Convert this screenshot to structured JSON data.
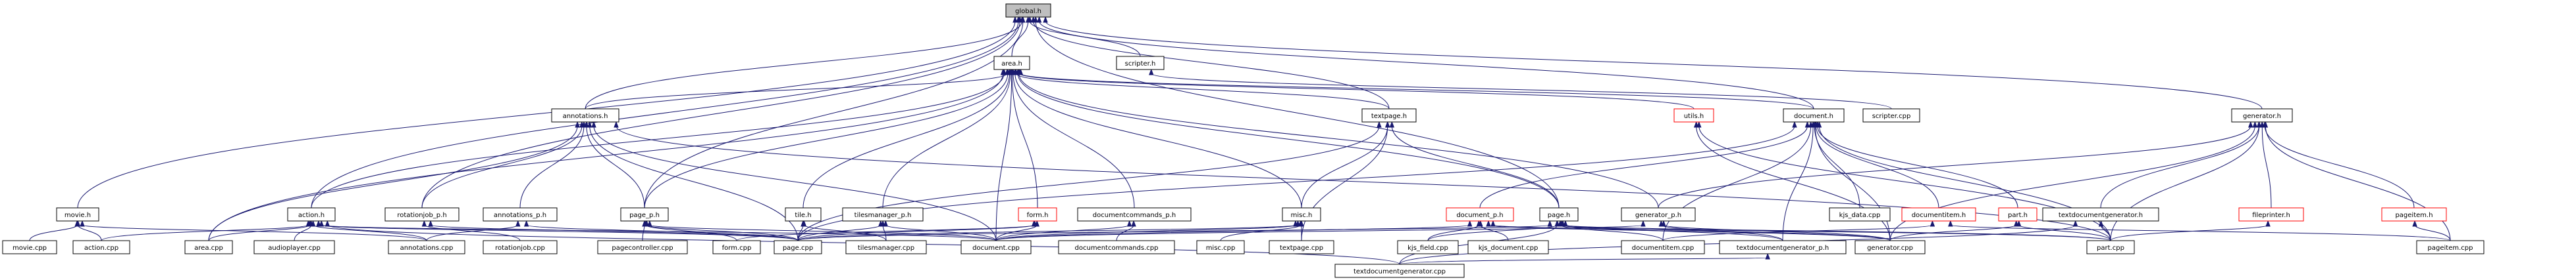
{
  "diagram": {
    "nodes": {
      "global_h": "global.h",
      "area_h": "area.h",
      "scripter_h": "scripter.h",
      "movie_h": "movie.h",
      "annotations_h": "annotations.h",
      "textpage_h": "textpage.h",
      "utils_h": "utils.h",
      "document_h": "document.h",
      "scripter_cpp": "scripter.cpp",
      "generator_h": "generator.h",
      "action_h": "action.h",
      "rotationjob_p_h": "rotationjob_p.h",
      "annotations_p_h": "annotations_p.h",
      "page_p_h": "page_p.h",
      "tile_h": "tile.h",
      "tilesmanager_p_h": "tilesmanager_p.h",
      "form_h": "form.h",
      "documentcommands_p_h": "documentcommands_p.h",
      "misc_h": "misc.h",
      "document_p_h": "document_p.h",
      "page_h": "page.h",
      "generator_p_h": "generator_p.h",
      "kjs_data_cpp": "kjs_data.cpp",
      "documentitem_h": "documentitem.h",
      "part_h": "part.h",
      "textdocumentgenerator_h": "textdocumentgenerator.h",
      "fileprinter_h": "fileprinter.h",
      "pageitem_h": "pageitem.h",
      "movie_cpp": "movie.cpp",
      "action_cpp": "action.cpp",
      "area_cpp": "area.cpp",
      "audioplayer_cpp": "audioplayer.cpp",
      "annotations_cpp": "annotations.cpp",
      "rotationjob_cpp": "rotationjob.cpp",
      "pagecontroller_cpp": "pagecontroller.cpp",
      "form_cpp": "form.cpp",
      "page_cpp": "page.cpp",
      "tilesmanager_cpp": "tilesmanager.cpp",
      "document_cpp": "document.cpp",
      "documentcommands_cpp": "documentcommands.cpp",
      "misc_cpp": "misc.cpp",
      "textpage_cpp": "textpage.cpp",
      "kjs_field_cpp": "kjs_field.cpp",
      "kjs_document_cpp": "kjs_document.cpp",
      "documentitem_cpp": "documentitem.cpp",
      "textdocumentgenerator_p_h": "textdocumentgenerator_p.h",
      "generator_cpp": "generator.cpp",
      "part_cpp": "part.cpp",
      "pageitem_cpp": "pageitem.cpp",
      "textdocumentgenerator_cpp": "textdocumentgenerator.cpp"
    },
    "colors": {
      "edge": "#191970",
      "root_fill": "#bfbfbf",
      "box_border": "#000000",
      "highlight_border": "#ff0000",
      "background": "#ffffff"
    }
  }
}
